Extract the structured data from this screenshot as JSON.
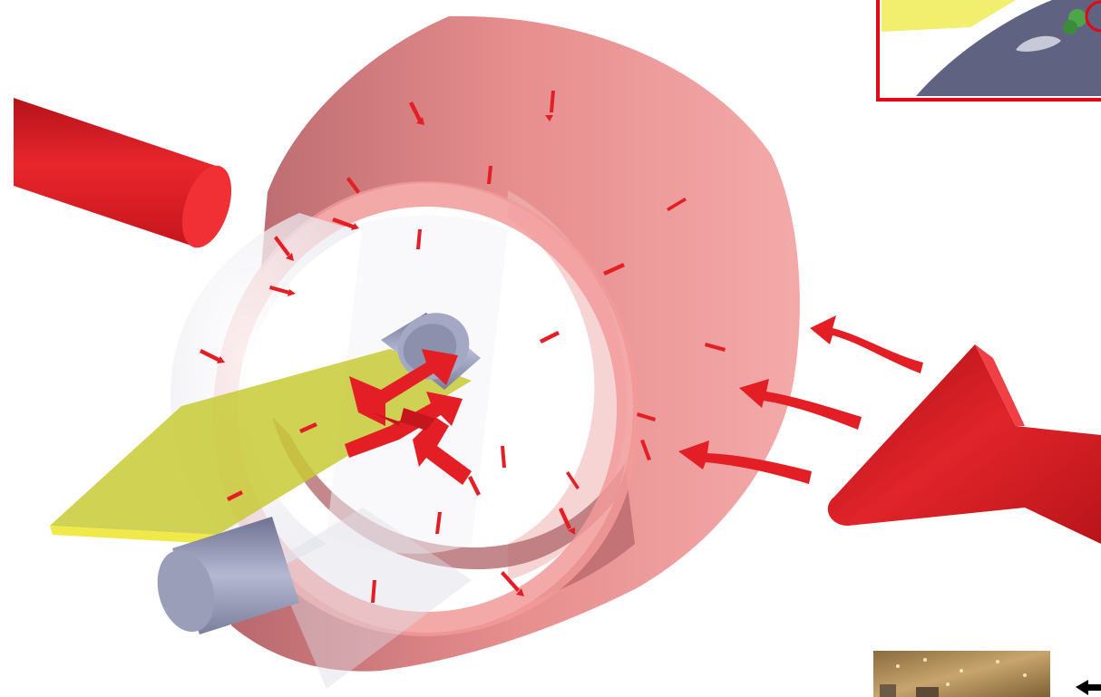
{
  "figure": {
    "description_elements": [
      "feed-tube",
      "drum",
      "shaft",
      "roller",
      "sheet",
      "nozzle",
      "inset-detail",
      "photo-thumbnail"
    ],
    "colors": {
      "drum": "#f08c8c",
      "drum_dark": "#b85d62",
      "arrow_red": "#e31e24",
      "tube_red": "#d21a1f",
      "sheet_yellow": "#d4d63a",
      "shaft_gray": "#8d91ad",
      "inset_border": "#e30613"
    },
    "icons": {
      "flow_arrows": "curved-arrow-icon",
      "radial_arrows": "small-arrow-icon",
      "nav_arrow": "arrow-left-icon"
    }
  }
}
